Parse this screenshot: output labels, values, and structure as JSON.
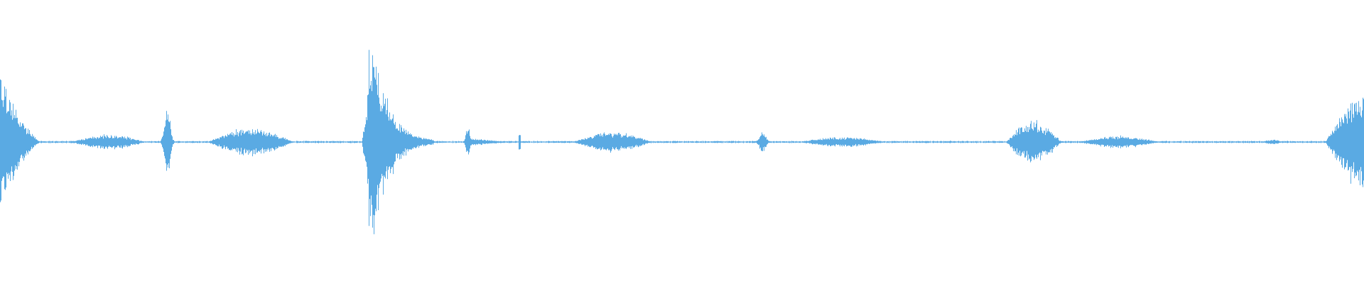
{
  "waveform": {
    "color": "#5aaae3",
    "background": "#ffffff",
    "amplitude_scale": "linear",
    "segments": [
      {
        "name": "clip-start",
        "start": 0.0,
        "end": 0.03,
        "peak": 0.55,
        "shape": "decay"
      },
      {
        "name": "burst-1",
        "start": 0.052,
        "end": 0.107,
        "peak": 0.06,
        "shape": "swell"
      },
      {
        "name": "click-1",
        "start": 0.117,
        "end": 0.128,
        "peak": 0.3,
        "shape": "spike"
      },
      {
        "name": "burst-2",
        "start": 0.152,
        "end": 0.215,
        "peak": 0.11,
        "shape": "swell"
      },
      {
        "name": "impact-1",
        "start": 0.265,
        "end": 0.318,
        "peak": 0.78,
        "shape": "impact"
      },
      {
        "name": "click-2",
        "start": 0.34,
        "end": 0.388,
        "peak": 0.14,
        "shape": "spike-tail"
      },
      {
        "name": "burst-3",
        "start": 0.42,
        "end": 0.478,
        "peak": 0.08,
        "shape": "swell"
      },
      {
        "name": "click-3",
        "start": 0.553,
        "end": 0.565,
        "peak": 0.09,
        "shape": "spike"
      },
      {
        "name": "burst-4",
        "start": 0.585,
        "end": 0.65,
        "peak": 0.04,
        "shape": "swell"
      },
      {
        "name": "burst-5",
        "start": 0.737,
        "end": 0.778,
        "peak": 0.17,
        "shape": "swell"
      },
      {
        "name": "burst-6",
        "start": 0.79,
        "end": 0.85,
        "peak": 0.05,
        "shape": "swell"
      },
      {
        "name": "click-4",
        "start": 0.925,
        "end": 0.94,
        "peak": 0.02,
        "shape": "swell"
      },
      {
        "name": "clip-end",
        "start": 0.972,
        "end": 1.0,
        "peak": 0.45,
        "shape": "rise"
      }
    ],
    "noise_floor": 0.006
  }
}
